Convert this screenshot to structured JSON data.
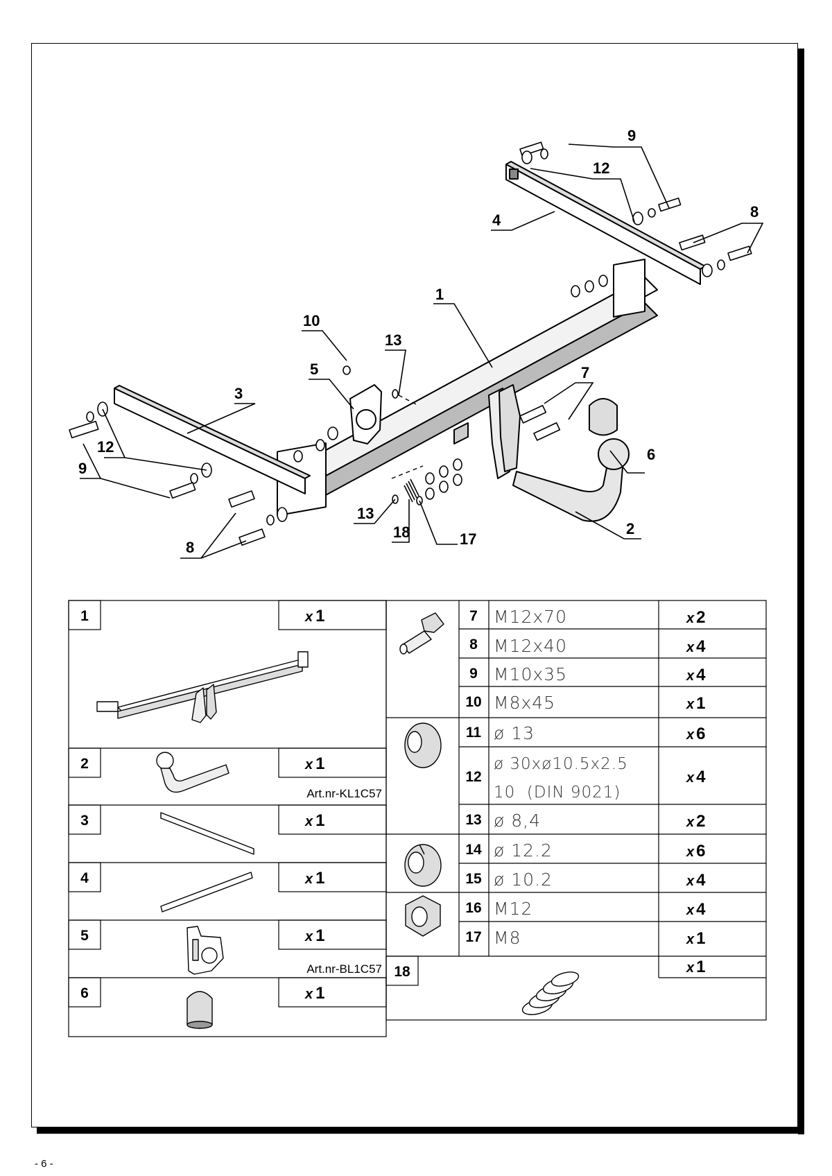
{
  "page": {
    "number": "- 6 -"
  },
  "diagram": {
    "callouts": [
      "9",
      "12",
      "8",
      "4",
      "1",
      "10",
      "13",
      "5",
      "3",
      "12",
      "9",
      "7",
      "6",
      "8",
      "13",
      "18",
      "17",
      "2"
    ]
  },
  "parts_left": [
    {
      "no": "1",
      "qty_prefix": "x",
      "qty": "1",
      "art": ""
    },
    {
      "no": "2",
      "qty_prefix": "x",
      "qty": "1",
      "art": "Art.nr-KL1C57"
    },
    {
      "no": "3",
      "qty_prefix": "x",
      "qty": "1",
      "art": ""
    },
    {
      "no": "4",
      "qty_prefix": "x",
      "qty": "1",
      "art": ""
    },
    {
      "no": "5",
      "qty_prefix": "x",
      "qty": "1",
      "art": "Art.nr-BL1C57"
    },
    {
      "no": "6",
      "qty_prefix": "x",
      "qty": "1",
      "art": ""
    }
  ],
  "parts_right": [
    {
      "no": "7",
      "spec": "M12x70",
      "qty_prefix": "x",
      "qty": "2"
    },
    {
      "no": "8",
      "spec": "M12x40",
      "qty_prefix": "x",
      "qty": "4"
    },
    {
      "no": "9",
      "spec": "M10x35",
      "qty_prefix": "x",
      "qty": "4"
    },
    {
      "no": "10",
      "spec": "M8x45",
      "qty_prefix": "x",
      "qty": "1"
    },
    {
      "no": "11",
      "spec": "ø 13",
      "qty_prefix": "x",
      "qty": "6"
    },
    {
      "no": "12",
      "spec": "ø 30xø10.5x2.5",
      "spec2": "10  (DIN 9021)",
      "qty_prefix": "x",
      "qty": "4"
    },
    {
      "no": "13",
      "spec": "ø 8,4",
      "qty_prefix": "x",
      "qty": "2"
    },
    {
      "no": "14",
      "spec": "ø 12.2",
      "qty_prefix": "x",
      "qty": "6"
    },
    {
      "no": "15",
      "spec": "ø 10.2",
      "qty_prefix": "x",
      "qty": "4"
    },
    {
      "no": "16",
      "spec": "M12",
      "qty_prefix": "x",
      "qty": "4"
    },
    {
      "no": "17",
      "spec": "M8",
      "qty_prefix": "x",
      "qty": "1"
    },
    {
      "no": "18",
      "spec": "",
      "qty_prefix": "x",
      "qty": "1"
    }
  ],
  "icons": {
    "part1": "tow-bar-frame-icon",
    "part2": "tow-ball-neck-icon",
    "part3": "left-bracket-bar-icon",
    "part4": "right-bracket-bar-icon",
    "part5": "socket-plate-icon",
    "part6": "ball-cap-icon",
    "bolt": "hex-bolt-icon",
    "washer": "flat-washer-icon",
    "spring-washer": "spring-washer-icon",
    "nut": "hex-nut-icon",
    "spring": "coil-spring-icon"
  }
}
